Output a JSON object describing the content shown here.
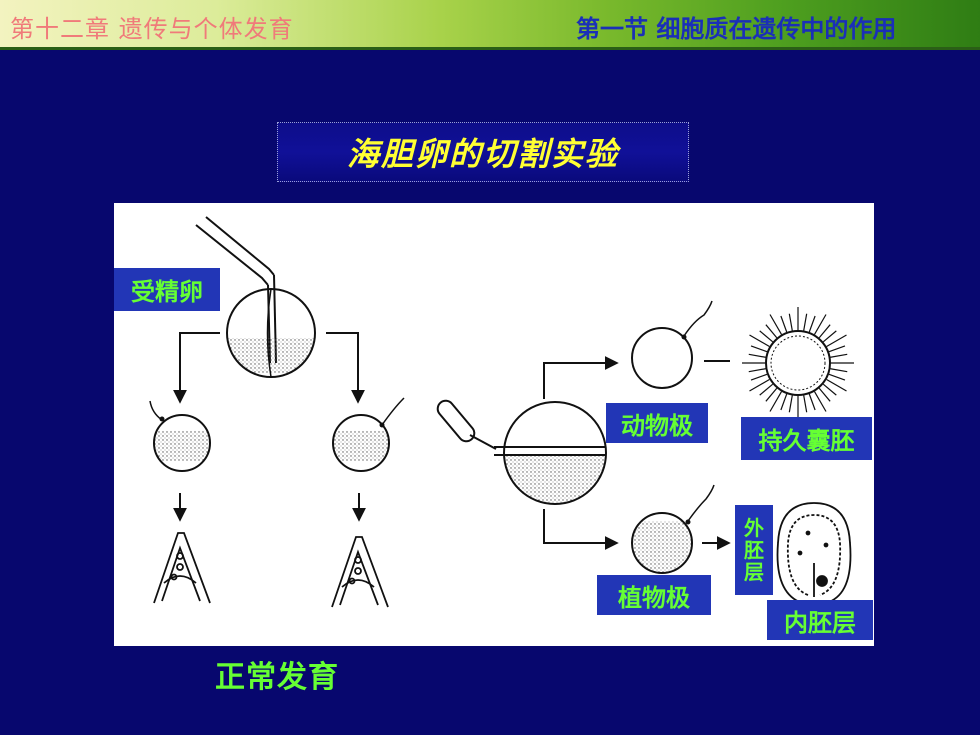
{
  "header": {
    "chapter": "第十二章  遗传与个体发育",
    "section": "第一节   细胞质在遗传中的作用"
  },
  "title": "海胆卵的切割实验",
  "labels": {
    "fertilized_egg": "受精卵",
    "animal_pole": "动物极",
    "persistent_blastula": "持久囊胚",
    "vegetal_pole": "植物极",
    "ectoderm": "外胚层",
    "endoderm": "内胚层"
  },
  "caption": "正常发育",
  "colors": {
    "background": "#07076e",
    "label_bg": "#2236b6",
    "label_text": "#66ff33",
    "title_text": "#ffff33",
    "header_left_text": "#f07a7a",
    "header_right_text": "#1a2fb8"
  }
}
